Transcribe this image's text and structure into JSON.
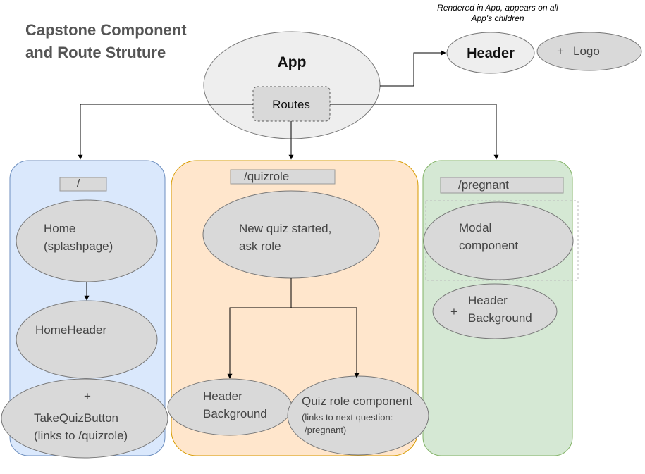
{
  "title": {
    "line1": "Capstone Component",
    "line2": "and Route Struture"
  },
  "note": {
    "line1": "Rendered in App, appears on all",
    "line2": "App's children"
  },
  "app": {
    "label": "App",
    "routes_label": "Routes"
  },
  "header": {
    "label": "Header",
    "logo_plus": "+",
    "logo_label": "Logo"
  },
  "columns": {
    "home": {
      "route": "/",
      "node1": {
        "line1": "Home",
        "line2": "(splashpage)"
      },
      "node2": {
        "line1": "HomeHeader"
      },
      "node3": {
        "plus": "+",
        "line1": "TakeQuizButton",
        "line2": "(links to /quizrole)"
      }
    },
    "quizrole": {
      "route": "/quizrole",
      "node1": {
        "line1": "New quiz started,",
        "line2": "ask role"
      },
      "node2": {
        "line1": "Header",
        "line2": "Background"
      },
      "node3": {
        "line1": "Quiz role component",
        "line2": "(links to next question:",
        "line3": "/pregnant)"
      }
    },
    "pregnant": {
      "route": "/pregnant",
      "node1": {
        "line1": "Modal",
        "line2": "component"
      },
      "node2": {
        "plus": "+",
        "line1": "Header",
        "line2": "Background"
      }
    }
  },
  "colors": {
    "home_fill": "#dae8fc",
    "home_stroke": "#6c8ebf",
    "quiz_fill": "#ffe6cc",
    "quiz_stroke": "#d79b00",
    "preg_fill": "#d5e8d4",
    "preg_stroke": "#82b366",
    "node_fill": "#d9d9d9"
  }
}
